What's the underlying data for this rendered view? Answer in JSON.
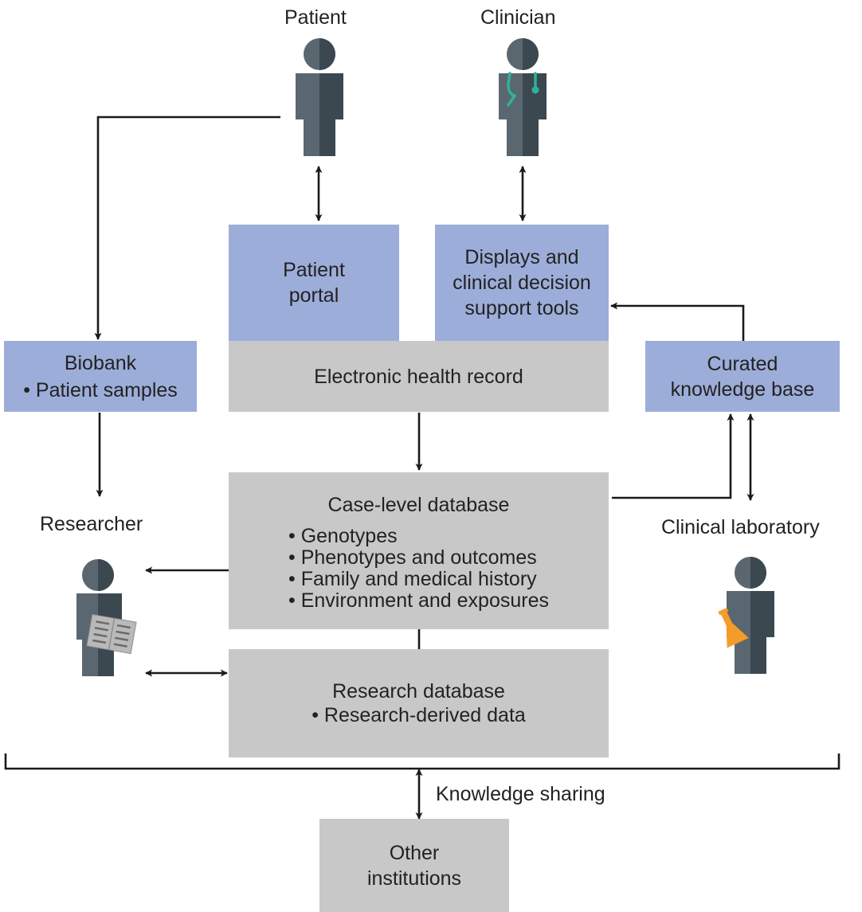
{
  "actors": {
    "patient": "Patient",
    "clinician": "Clinician",
    "researcher": "Researcher",
    "clinical_lab": "Clinical laboratory"
  },
  "boxes": {
    "patient_portal": "Patient\nportal",
    "displays": "Displays and\nclinical decision\nsupport tools",
    "biobank": {
      "title": "Biobank",
      "items": [
        "Patient samples"
      ]
    },
    "ehr": "Electronic health record",
    "curated_kb": "Curated\nknowledge base",
    "case_db": {
      "title": "Case-level database",
      "items": [
        "Genotypes",
        "Phenotypes and outcomes",
        "Family and medical history",
        "Environment and exposures"
      ]
    },
    "research_db": {
      "title": "Research database",
      "items": [
        "Research-derived data"
      ]
    },
    "other_institutions": "Other\ninstitutions"
  },
  "edges": {
    "knowledge_sharing": "Knowledge sharing"
  },
  "colors": {
    "system_box": "#9dadd9",
    "data_box": "#c8c8c9",
    "figure_body": "#5b6770",
    "figure_shade": "#3c4850",
    "stethoscope": "#2bb39a",
    "flask": "#f39c2a",
    "document": "#b9b9b9"
  },
  "icons": {
    "patient": "person-icon",
    "clinician": "person-with-stethoscope-icon",
    "researcher": "person-with-document-icon",
    "clinical_lab": "person-with-flask-icon"
  }
}
